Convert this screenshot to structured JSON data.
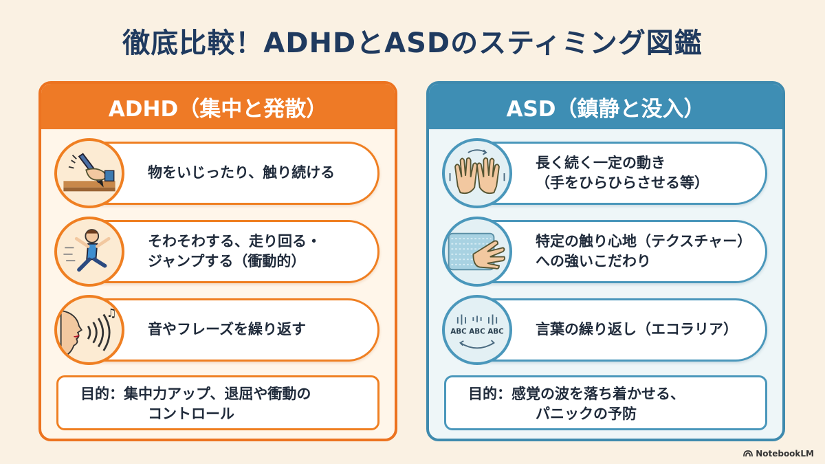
{
  "title": "徹底比較！ADHDとASDのスティミング図鑑",
  "adhd": {
    "header": "ADHD（集中と発散）",
    "cards": [
      {
        "icon": "pen-fidget-icon",
        "lines": [
          "物をいじったり、触り続ける"
        ]
      },
      {
        "icon": "running-boy-icon",
        "lines": [
          "そわそわする、走り回る・",
          "ジャンプする（衝動的）"
        ]
      },
      {
        "icon": "speaking-sound-icon",
        "lines": [
          "音やフレーズを繰り返す"
        ]
      }
    ],
    "purpose_line1": "目的：集中力アップ、退屈や衝動の",
    "purpose_line2": "コントロール",
    "accent": "#ee7a26"
  },
  "asd": {
    "header": "ASD（鎮静と没入）",
    "cards": [
      {
        "icon": "hand-flapping-icon",
        "lines": [
          "長く続く一定の動き",
          "（手をひらひらさせる等）"
        ]
      },
      {
        "icon": "texture-touch-icon",
        "lines": [
          "特定の触り心地（テクスチャー）",
          "への強いこだわり"
        ]
      },
      {
        "icon": "echolalia-icon",
        "icon_text": "ABC ABC ABC",
        "lines": [
          "言葉の繰り返し（エコラリア）"
        ]
      }
    ],
    "purpose_line1": "目的：感覚の波を落ち着かせる、",
    "purpose_line2": "パニックの予防",
    "accent": "#3e8eb4"
  },
  "brand": "NotebookLM"
}
